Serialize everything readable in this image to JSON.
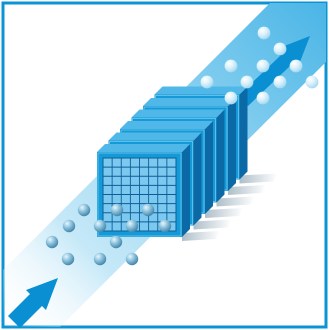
{
  "illustration": {
    "frame_color": "#0a94d6",
    "beam_color": "#7fcdf0",
    "arrow_color": "#0a8fd2",
    "filter_color": "#149ad8",
    "filter_dark": "#0b6aa6",
    "grid_line_color": "#0b5f98",
    "particle_color": "#5a9fc2",
    "filter_count": 6,
    "particles_before_filter": 12,
    "particles_after_filter": 11
  }
}
